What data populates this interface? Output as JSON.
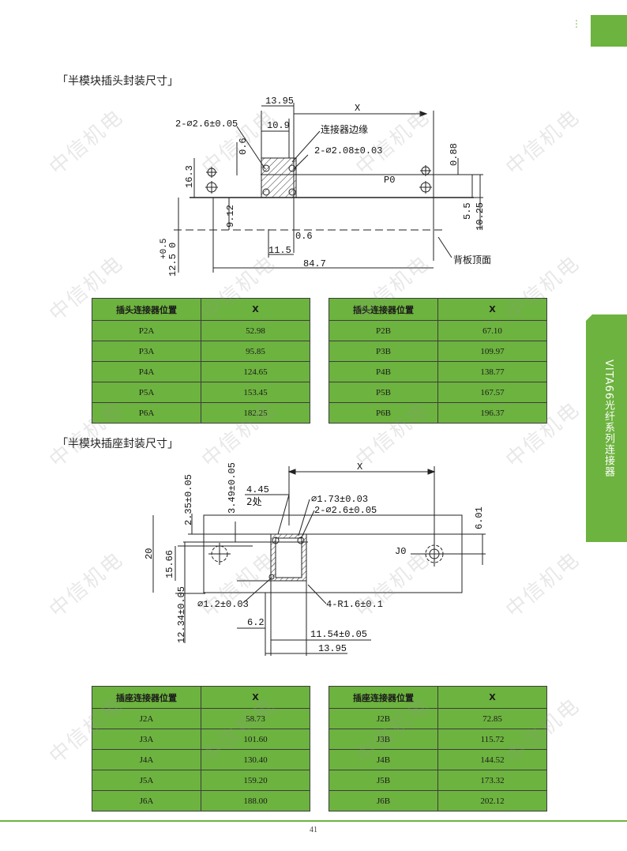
{
  "page": {
    "number": "41",
    "watermark": "中信机电",
    "accent_color": "#6db33f"
  },
  "sidebar": {
    "tab_label": "VITA66光纤系列连接器",
    "dots": "⋮"
  },
  "section1": {
    "title": "「半模块插头封装尺寸」",
    "dims": {
      "d1": "13.95",
      "d2": "X",
      "d3": "2-⌀2.6±0.05",
      "d4": "10.9",
      "d5": "连接器边缘",
      "d6": "0.6",
      "d7": "2-⌀2.08±0.03",
      "d8": "0.88",
      "d9": "16.3",
      "d10": "P0",
      "d11": "9.12",
      "d12": "5.5",
      "d13": "10.25",
      "d14": "0.6",
      "d15": "+0.5",
      "d16": "12.5 0",
      "d17": "11.5",
      "d18": "84.7",
      "d19": "背板顶面"
    }
  },
  "table1": {
    "headers": [
      "插头连接器位置",
      "X"
    ],
    "rows": [
      [
        "P2A",
        "52.98"
      ],
      [
        "P3A",
        "95.85"
      ],
      [
        "P4A",
        "124.65"
      ],
      [
        "P5A",
        "153.45"
      ],
      [
        "P6A",
        "182.25"
      ]
    ]
  },
  "table2": {
    "headers": [
      "插头连接器位置",
      "X"
    ],
    "rows": [
      [
        "P2B",
        "67.10"
      ],
      [
        "P3B",
        "109.97"
      ],
      [
        "P4B",
        "138.77"
      ],
      [
        "P5B",
        "167.57"
      ],
      [
        "P6B",
        "196.37"
      ]
    ]
  },
  "section2": {
    "title": "「半模块插座封装尺寸」",
    "dims": {
      "e1": "X",
      "e2": "2.35±0.05",
      "e3": "3.49±0.05",
      "e4": "4.45",
      "e5": "2处",
      "e6": "⌀1.73±0.03",
      "e7": "2-⌀2.6±0.05",
      "e8": "6.01",
      "e9": "20",
      "e10": "15.66",
      "e11": "J0",
      "e12": "⌀1.2±0.03",
      "e13": "4-R1.6±0.1",
      "e14": "12.34±0.05",
      "e15": "6.2",
      "e16": "11.54±0.05",
      "e17": "13.95"
    }
  },
  "table3": {
    "headers": [
      "插座连接器位置",
      "X"
    ],
    "rows": [
      [
        "J2A",
        "58.73"
      ],
      [
        "J3A",
        "101.60"
      ],
      [
        "J4A",
        "130.40"
      ],
      [
        "J5A",
        "159.20"
      ],
      [
        "J6A",
        "188.00"
      ]
    ]
  },
  "table4": {
    "headers": [
      "插座连接器位置",
      "X"
    ],
    "rows": [
      [
        "J2B",
        "72.85"
      ],
      [
        "J3B",
        "115.72"
      ],
      [
        "J4B",
        "144.52"
      ],
      [
        "J5B",
        "173.32"
      ],
      [
        "J6B",
        "202.12"
      ]
    ]
  }
}
